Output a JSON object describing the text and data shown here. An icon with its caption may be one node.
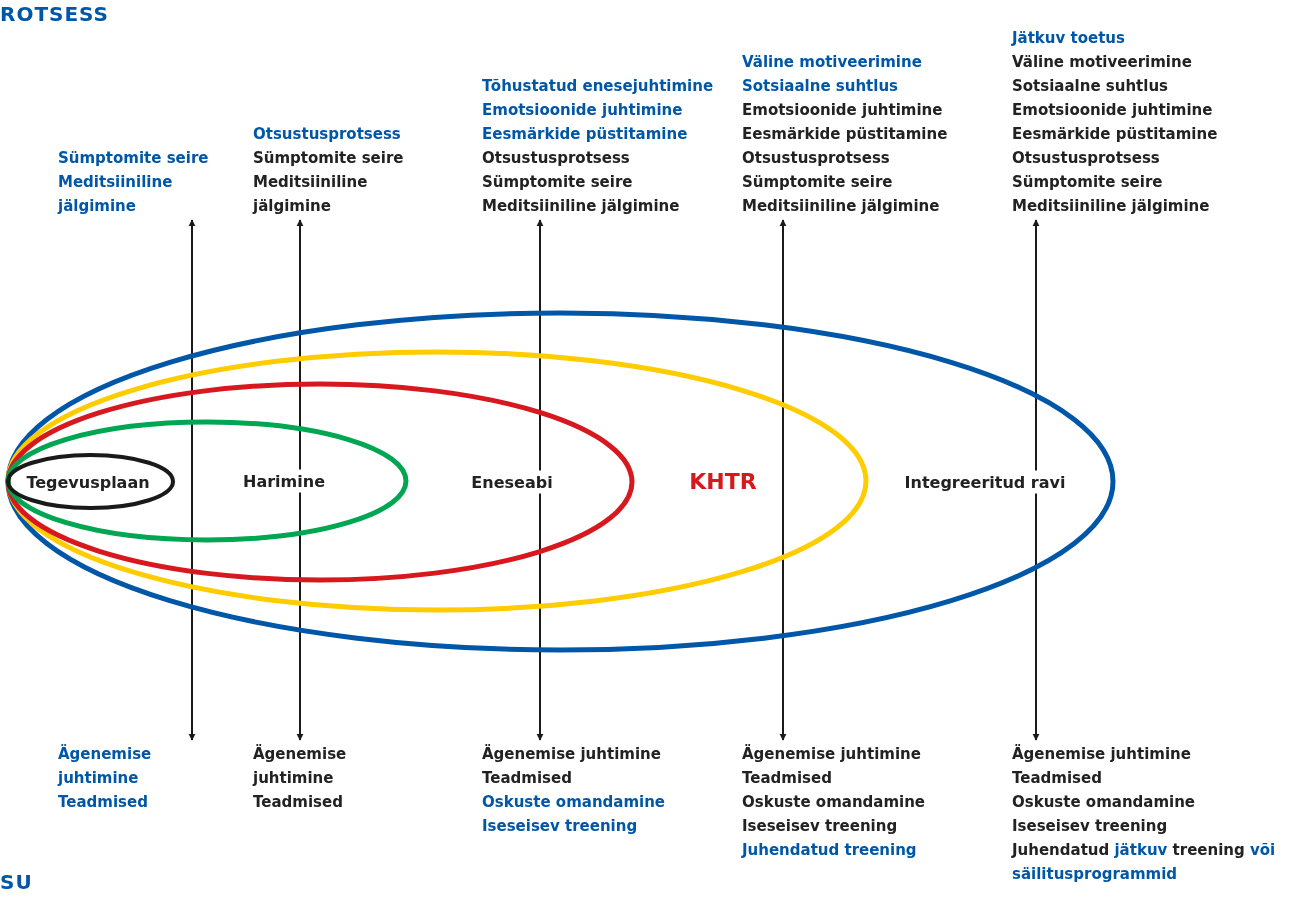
{
  "diagram": {
    "nodes": [
      {
        "text": [
          "Sümptomite seire",
          "Meditsiiniline jälgimine"
        ]
      },
      {
        "text": [
          "Otsustusprotsess",
          "Sümptomite seire",
          "Meditsiiniline jälgimine"
        ]
      },
      {
        "text": [
          "Tõhustatud enesejuhtimine",
          "Emotsioonide juhtimine",
          "Eesmärkide püstitamine",
          "Otsustusprotsess",
          "Sümptomite seire",
          "Meditsiiniline jälgimine"
        ]
      },
      {
        "text": [
          "Väline motiveerimine",
          "Sotsiaalne suhtlus",
          "Emotsioonide juhtimine",
          "Eesmärkide püstitamine",
          "Otsustusprotsess",
          "Sümptomite seire",
          "Meditsiiniline jälgimine"
        ]
      },
      {
        "text": [
          "Jätkuv toetus",
          "Väline motiveerimine",
          "Sotsiaalne suhtlus",
          "Emotsioonide juhtimine",
          "Eesmärkide püstitamine",
          "Otsustusprotsess",
          "Sümptomite seire",
          "Meditsiiniline jälgimine"
        ]
      },
      {
        "text": [
          "Integreeritud ravi"
        ]
      },
      {
        "text": [
          "KHTR"
        ],
        "in": 5
      },
      {
        "text": [
          "Eneseabi"
        ],
        "in": 6
      },
      {
        "text": [
          "Harimine"
        ],
        "in": 7
      },
      {
        "text": [
          "Tegevusplaan"
        ],
        "in": 8
      },
      {
        "text": [
          "Ägenemise juhtimine",
          "Teadmised"
        ]
      },
      {
        "text": [
          "Ägenemise juhtimine",
          "Teadmised"
        ]
      },
      {
        "text": [
          "Ägenemise juhtimine",
          "Teadmised",
          "Oskuste omandamine",
          "Iseseisev treening"
        ]
      },
      {
        "text": [
          "Ägenemise juhtimine",
          "Teadmised",
          "Oskuste omandamine",
          "Iseseisev treening",
          "Juhendatud treening"
        ]
      },
      {
        "text": [
          "Ägenemise juhtimine",
          "Teadmised",
          "Oskuste omandamine",
          "Iseseisev treening",
          "Juhendatud **jätkuv** treening **või säilitusprogrammid**"
        ]
      }
    ],
    "edges": [
      {
        "from": 0,
        "to": 10,
        "arrow": "both"
      },
      {
        "from": 1,
        "to": 11,
        "arrow": "both"
      },
      {
        "from": 2,
        "to": 12,
        "arrow": "both"
      },
      {
        "from": 3,
        "to": 13,
        "arrow": "both"
      },
      {
        "from": 4,
        "to": 14,
        "arrow": "both"
      }
    ],
    "labels": [
      "ROTSESS",
      "SU"
    ]
  }
}
